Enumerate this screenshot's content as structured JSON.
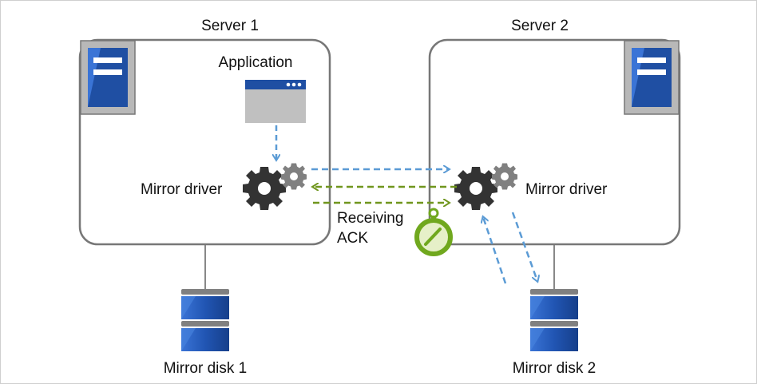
{
  "servers": {
    "server1": {
      "title": "Server 1"
    },
    "server2": {
      "title": "Server 2"
    }
  },
  "labels": {
    "application": "Application",
    "mirror_driver_1": "Mirror driver",
    "mirror_driver_2": "Mirror driver",
    "receiving_ack_line1": "Receiving",
    "receiving_ack_line2": "ACK",
    "mirror_disk_1": "Mirror disk 1",
    "mirror_disk_2": "Mirror disk 2"
  },
  "colors": {
    "server_outline": "#777777",
    "data_flow_blue": "#5b9bd5",
    "ack_flow_green": "#70961e",
    "gear_dark": "#333333",
    "gear_light": "#808080",
    "server_icon_blue": "#1f4fa3",
    "disk_blue": "#2155b3",
    "disk_cap_gray": "#808080",
    "timer_green": "#70a81e"
  }
}
